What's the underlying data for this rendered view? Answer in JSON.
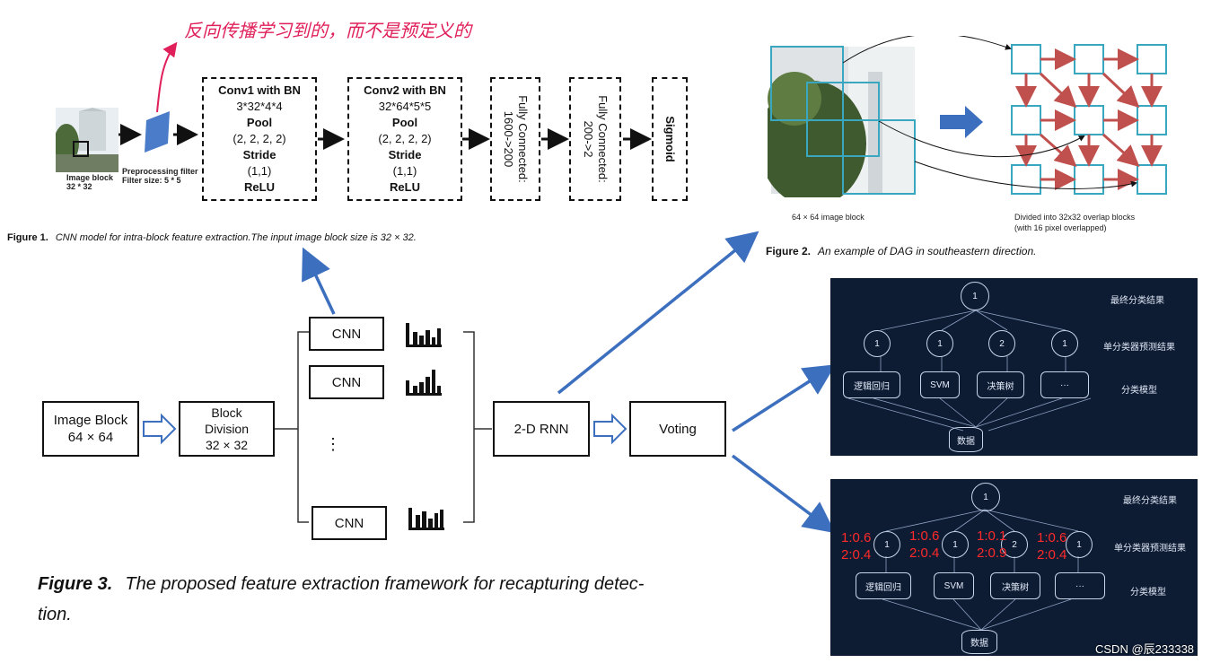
{
  "fig1": {
    "annotation": "反向传播学习到的，而不是预定义的",
    "image_label": "Image block",
    "image_size": "32 * 32",
    "filter_label": "Preprocessing filter",
    "filter_size": "Filter size: 5 * 5",
    "conv1": {
      "title": "Conv1 with BN",
      "dims": "3*32*4*4",
      "pool": "Pool",
      "pool_val": "(2, 2, 2, 2)",
      "stride": "Stride",
      "stride_val": "(1,1)",
      "act": "ReLU"
    },
    "conv2": {
      "title": "Conv2 with BN",
      "dims": "32*64*5*5",
      "pool": "Pool",
      "pool_val": "(2, 2, 2, 2)",
      "stride": "Stride",
      "stride_val": "(1,1)",
      "act": "ReLU"
    },
    "fc1": "Fully Connected:\n1600->200",
    "fc2": "Fully Connected:\n200->2",
    "sigmoid": "Sigmoid",
    "caption_label": "Figure 1.",
    "caption_text": "CNN model for intra-block feature extraction.The input image block size is 32 × 32."
  },
  "fig2": {
    "left_label": "64 × 64 image block",
    "right_label": "Divided into 32x32 overlap blocks",
    "right_label2": "(with 16 pixel overlapped)",
    "caption_label": "Figure 2.",
    "caption_text": "An example of DAG in southeastern direction."
  },
  "fig3": {
    "image_block": "Image Block",
    "image_block_size": "64 × 64",
    "block_division": "Block",
    "block_division2": "Division",
    "block_division_size": "32 × 32",
    "cnn_labels": [
      "CNN",
      "CNN",
      "CNN"
    ],
    "dots": "⋮",
    "rnn": "2-D RNN",
    "voting": "Voting",
    "caption_label": "Figure 3.",
    "caption_text": "The proposed feature extraction framework for recapturing detec-",
    "caption_text2": "tion."
  },
  "panel1": {
    "top_result": "1",
    "top_label": "最终分类结果",
    "mid_label": "单分类器预测结果",
    "bottom_label": "分类模型",
    "predictions": [
      "1",
      "1",
      "2",
      "1"
    ],
    "models": [
      "逻辑回归",
      "SVM",
      "决策树",
      "···"
    ],
    "data": "数据"
  },
  "panel2": {
    "top_result": "1",
    "top_label": "最终分类结果",
    "mid_label": "单分类器预测结果",
    "bottom_label": "分类模型",
    "predictions": [
      "1",
      "1",
      "2",
      "1"
    ],
    "probs": [
      [
        "1:0.6",
        "2:0.4"
      ],
      [
        "1:0.6",
        "2:0.4"
      ],
      [
        "1:0.1",
        "2:0.9"
      ],
      [
        "1:0.6",
        "2:0.4"
      ]
    ],
    "models": [
      "逻辑回归",
      "SVM",
      "决策树",
      "···"
    ],
    "data": "数据"
  },
  "watermark": "CSDN @辰233338",
  "colors": {
    "arrow_blue": "#3d6fbf",
    "grid_cyan": "#3aa7c0",
    "grid_red": "#c0504d",
    "panel_bg": "#0d1b33",
    "annotation_red": "#e0205a"
  }
}
